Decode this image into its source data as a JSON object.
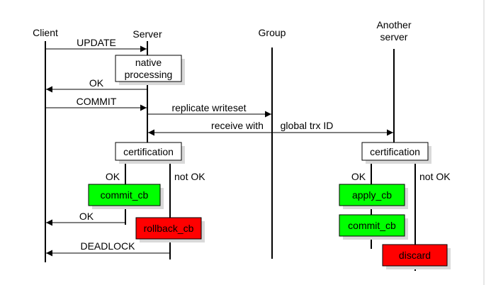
{
  "participants": {
    "client": "Client",
    "server": "Server",
    "group": "Group",
    "another_server_line1": "Another",
    "another_server_line2": "server"
  },
  "messages": {
    "update": "UPDATE",
    "ok_1": "OK",
    "commit": "COMMIT",
    "replicate_writeset": "replicate writeset",
    "receive_with": "receive with",
    "global_trx_id": "global trx ID",
    "ok_2": "OK",
    "deadlock": "DEADLOCK"
  },
  "boxes": {
    "native_line1": "native",
    "native_line2": "processing",
    "certification_server": "certification",
    "certification_another": "certification",
    "commit_cb_server": "commit_cb",
    "rollback_cb": "rollback_cb",
    "apply_cb": "apply_cb",
    "commit_cb_another": "commit_cb",
    "discard": "discard"
  },
  "branches": {
    "server_ok": "OK",
    "server_not_ok": "not OK",
    "another_ok": "OK",
    "another_not_ok": "not OK"
  },
  "colors": {
    "success": "#00ff00",
    "failure": "#ff0000",
    "line": "#000000",
    "box_shadow": "#d9d9d9"
  }
}
